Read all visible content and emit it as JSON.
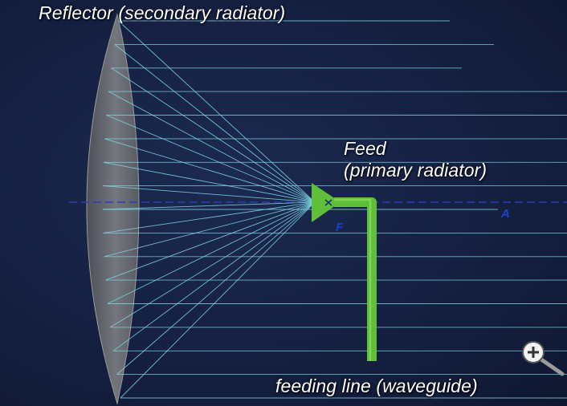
{
  "labels": {
    "reflector": "Reflector (secondary radiator)",
    "feed_line1": "Feed",
    "feed_line2": "(primary radiator)",
    "feeding_line": "feeding line (waveguide)",
    "focus_point": "F",
    "axis_point": "A"
  },
  "icons": {
    "zoom": "zoom-in-magnifier-icon"
  },
  "colors": {
    "background": "#152042",
    "rays": "#7fd6e6",
    "feed": "#5fbf3a",
    "reflector": "#8a8a8a",
    "axis": "#2a3fb0",
    "point_labels": "#1a3fd0"
  }
}
